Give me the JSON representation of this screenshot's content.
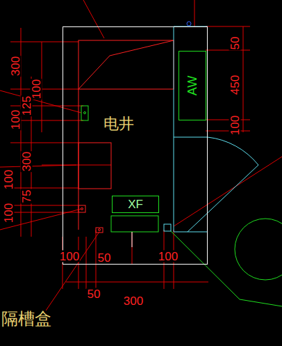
{
  "diagram": {
    "nodes": [
      {
        "text": [
          "电井"
        ]
      },
      {
        "text": [
          "AW"
        ],
        "in": 0
      },
      {
        "text": [
          "XF"
        ],
        "in": 0
      }
    ],
    "labels": [
      "300",
      "100",
      "125",
      "100",
      "300",
      "75",
      "100",
      "100",
      "50",
      "450",
      "100",
      "100",
      "50",
      "100",
      "50",
      "300",
      "隔槽盒"
    ]
  }
}
